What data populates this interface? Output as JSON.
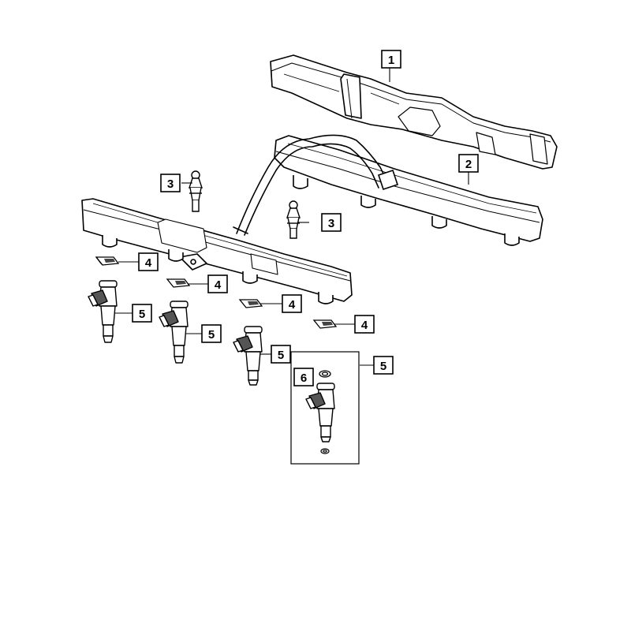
{
  "diagram": {
    "colors": {
      "line": "#000000",
      "part_fill": "#ffffff",
      "shade": "#d9d9d9",
      "dark": "#555555"
    },
    "callouts": [
      {
        "id": "c1",
        "label": "1",
        "part": "fuel rail cover (upper)"
      },
      {
        "id": "c2",
        "label": "2",
        "part": "fuel rail (rear)"
      },
      {
        "id": "c3a",
        "label": "3",
        "part": "schrader valve"
      },
      {
        "id": "c3b",
        "label": "3",
        "part": "schrader valve"
      },
      {
        "id": "c4a",
        "label": "4",
        "part": "injector clip"
      },
      {
        "id": "c4b",
        "label": "4",
        "part": "injector clip"
      },
      {
        "id": "c4c",
        "label": "4",
        "part": "injector clip"
      },
      {
        "id": "c4d",
        "label": "4",
        "part": "injector clip"
      },
      {
        "id": "c5a",
        "label": "5",
        "part": "fuel injector"
      },
      {
        "id": "c5b",
        "label": "5",
        "part": "fuel injector"
      },
      {
        "id": "c5c",
        "label": "5",
        "part": "fuel injector"
      },
      {
        "id": "c5d",
        "label": "5",
        "part": "fuel injector kit"
      },
      {
        "id": "c6",
        "label": "6",
        "part": "o-ring"
      }
    ]
  }
}
